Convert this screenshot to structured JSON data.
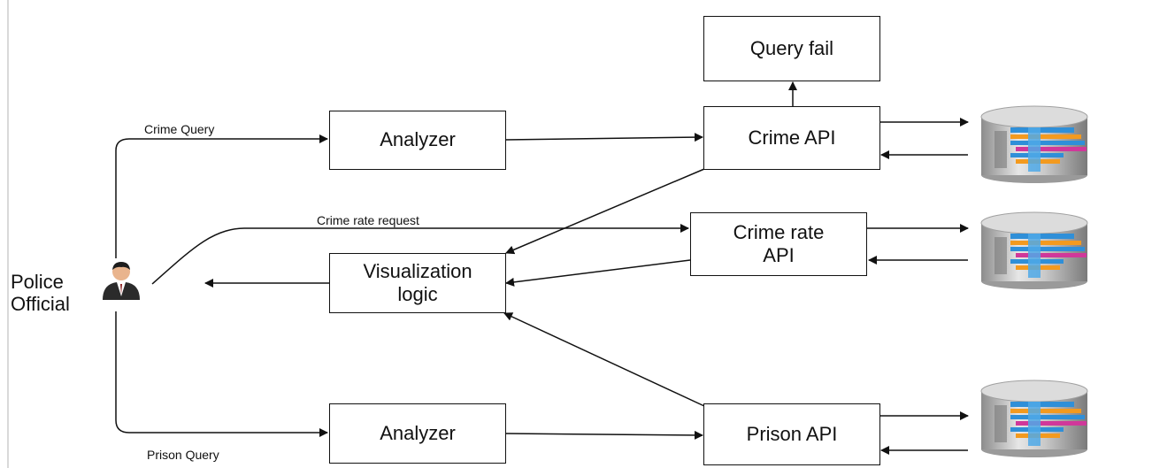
{
  "actor": {
    "label_line1": "Police",
    "label_line2": "Official",
    "icon": "police-officer-icon"
  },
  "boxes": {
    "query_fail": "Query fail",
    "analyzer_top": "Analyzer",
    "crime_api": "Crime API",
    "crime_rate_api_line1": "Crime rate",
    "crime_rate_api_line2": "API",
    "visualization_line1": "Visualization",
    "visualization_line2": "logic",
    "analyzer_bottom": "Analyzer",
    "prison_api": "Prison API"
  },
  "edge_labels": {
    "crime_query": "Crime Query",
    "crime_rate_request": "Crime rate request",
    "prison_query": "Prison Query"
  },
  "databases": [
    {
      "icon": "database-icon"
    },
    {
      "icon": "database-icon"
    },
    {
      "icon": "database-icon"
    }
  ],
  "colors": {
    "line": "#111111",
    "db_silver": "#b9b9b9",
    "db_blue": "#2f8fd8",
    "db_orange": "#f39a1f",
    "db_magenta": "#d0389a"
  }
}
